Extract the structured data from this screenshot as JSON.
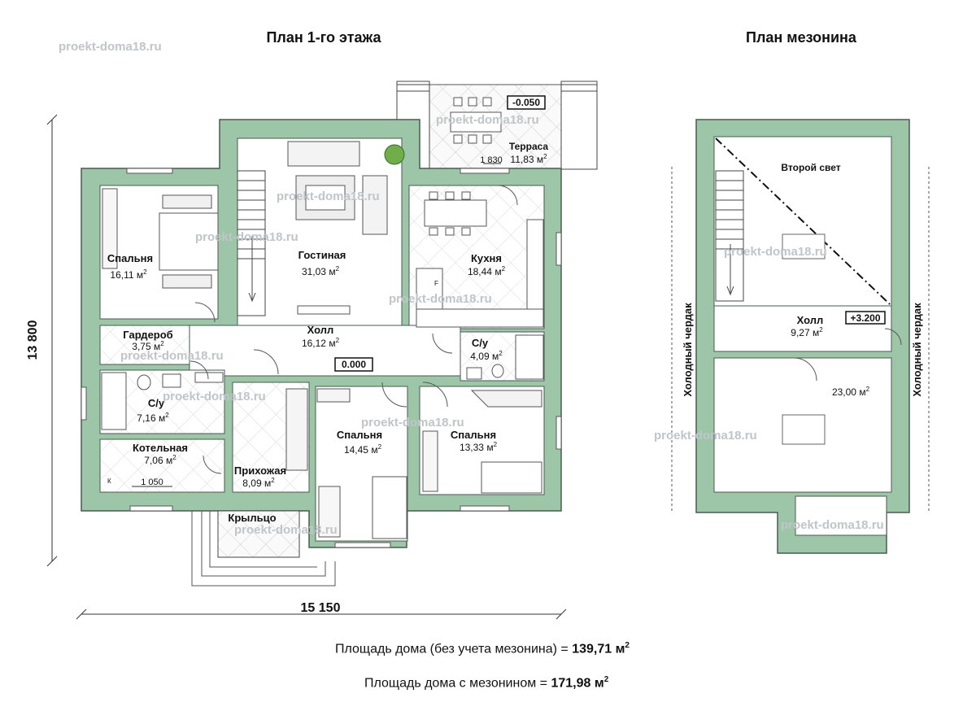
{
  "watermark": "proekt-doma18.ru",
  "titles": {
    "first_floor": "План 1-го этажа",
    "mezzanine": "План мезонина"
  },
  "dimensions": {
    "width": "15 150",
    "height": "13 800",
    "terrace_dim": "1 830",
    "boiler_dim": "1 050"
  },
  "levels": {
    "terrace": "-0.050",
    "hall": "0.000",
    "mezz_hall": "+3.200"
  },
  "rooms": {
    "bedroom1": {
      "name": "Спальня",
      "area": "16,11 м"
    },
    "living": {
      "name": "Гостиная",
      "area": "31,03 м"
    },
    "terrace": {
      "name": "Терраса",
      "area": "11,83 м"
    },
    "kitchen": {
      "name": "Кухня",
      "area": "18,44 м"
    },
    "wardrobe": {
      "name": "Гардероб",
      "area": "3,75 м"
    },
    "hall": {
      "name": "Холл",
      "area": "16,12 м"
    },
    "wc_small": {
      "name": "С/у",
      "area": "4,09 м"
    },
    "bath": {
      "name": "С/у",
      "area": "7,16 м"
    },
    "boiler": {
      "name": "Котельная",
      "area": "7,06 м"
    },
    "entry": {
      "name": "Прихожая",
      "area": "8,09 м"
    },
    "bedroom2": {
      "name": "Спальня",
      "area": "14,45 м"
    },
    "bedroom3": {
      "name": "Спальня",
      "area": "13,33 м"
    },
    "porch": {
      "name": "Крыльцо"
    },
    "second_light": {
      "name": "Второй свет"
    },
    "mezz_hall": {
      "name": "Холл",
      "area": "9,27 м"
    },
    "mezz_room": {
      "area": "23,00 м"
    },
    "cold_attic_left": {
      "name": "Холодный чердак"
    },
    "cold_attic_right": {
      "name": "Холодный чердак"
    }
  },
  "small_labels": {
    "fridge": "F",
    "boiler": "К"
  },
  "superscript": "2",
  "totals": {
    "without_mezz_text": "Площадь дома (без учета мезонина) = ",
    "without_mezz_value": "139,71 м",
    "with_mezz_text": "Площадь дома с мезонином = ",
    "with_mezz_value": "171,98 м"
  },
  "colors": {
    "wall": "#9dc6a9",
    "wall_outline": "#4a5a50",
    "tile_line": "#d7d7d7"
  }
}
